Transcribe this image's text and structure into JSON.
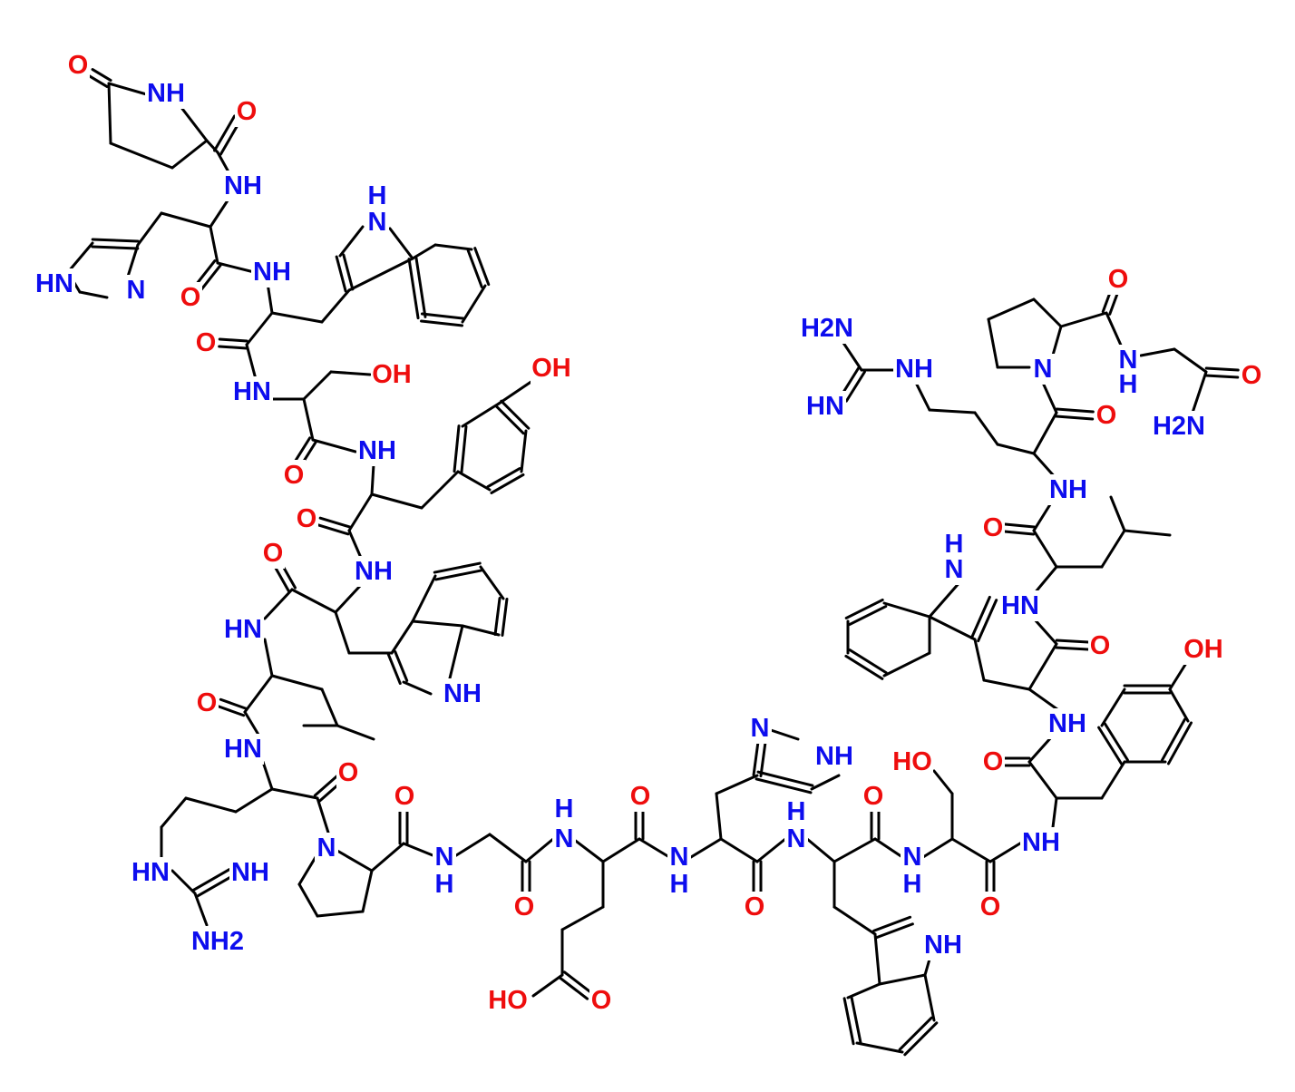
{
  "title": "Peptide structure",
  "colors": {
    "bond": "#000000",
    "nitrogen": "#0d0dee",
    "oxygen": "#ee0d0d"
  },
  "atoms": [
    "O",
    "NH",
    "O",
    "NH",
    "N",
    "H",
    "HN",
    "N",
    "NH",
    "O",
    "O",
    "HN",
    "OH",
    "NH",
    "O",
    "OH",
    "O",
    "NH",
    "O",
    "HN",
    "NH",
    "O",
    "HN",
    "O",
    "N",
    "HN",
    "NH",
    "NH2",
    "O",
    "N",
    "H",
    "O",
    "H",
    "N",
    "O",
    "N",
    "H",
    "HO",
    "O",
    "O",
    "N",
    "NH",
    "H",
    "N",
    "O",
    "HO",
    "N",
    "H",
    "O",
    "NH",
    "NH",
    "NH",
    "O",
    "OH",
    "H",
    "N",
    "HN",
    "O",
    "NH",
    "O",
    "O",
    "N",
    "O",
    "N",
    "H",
    "O",
    "H2N",
    "H2N",
    "NH",
    "HN"
  ]
}
